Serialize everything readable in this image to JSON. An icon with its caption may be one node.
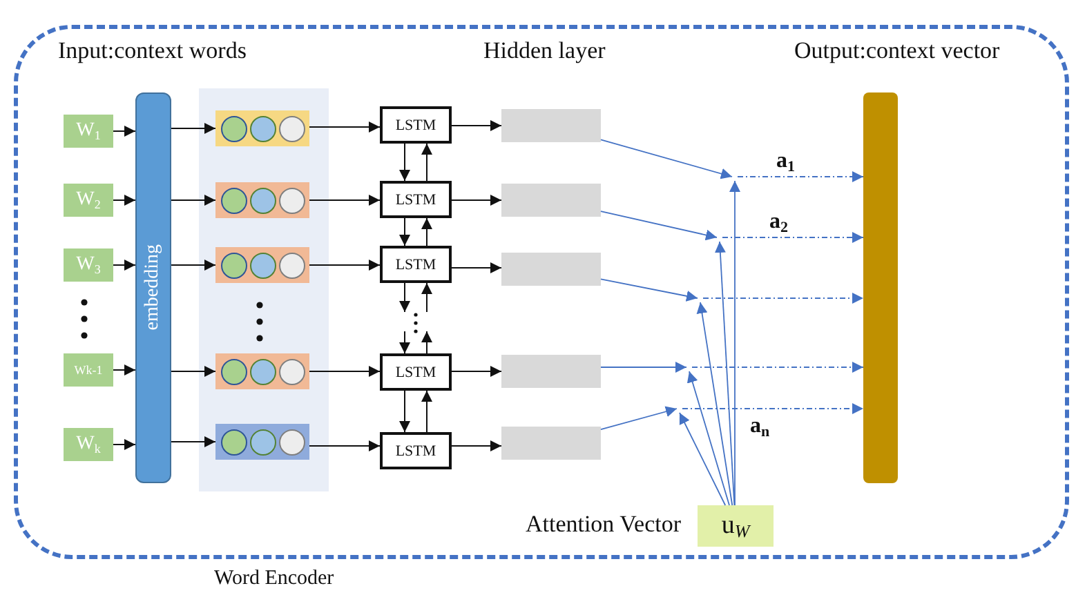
{
  "diagram": {
    "nodes": [
      {
        "text": [
          "Word Encoder"
        ]
      },
      {
        "text": [
          "W$_{1}$"
        ],
        "in": 0
      },
      {
        "text": [
          "W$_{2}$"
        ],
        "in": 0
      },
      {
        "text": [
          "W$_{3}$"
        ],
        "in": 0
      },
      {
        "text": [
          "Wk-1"
        ],
        "in": 0
      },
      {
        "text": [
          "W$_{k}$"
        ],
        "in": 0
      },
      {
        "text": [
          "embedding"
        ],
        "in": 0
      },
      {
        "text": [],
        "shape": "box",
        "in": 0
      },
      {
        "text": [],
        "shape": "box",
        "in": 0
      },
      {
        "text": [],
        "shape": "box",
        "in": 0
      },
      {
        "text": [],
        "shape": "box",
        "in": 0
      },
      {
        "text": [],
        "shape": "box",
        "in": 0
      },
      {
        "text": [
          "LSTM"
        ],
        "in": 0
      },
      {
        "text": [
          "LSTM"
        ],
        "in": 0
      },
      {
        "text": [
          "LSTM"
        ],
        "in": 0
      },
      {
        "text": [
          "LSTM"
        ],
        "in": 0
      },
      {
        "text": [
          "LSTM"
        ],
        "in": 0
      },
      {
        "text": [],
        "shape": "box",
        "in": 0
      },
      {
        "text": [],
        "shape": "box",
        "in": 0
      },
      {
        "text": [],
        "shape": "box",
        "in": 0
      },
      {
        "text": [],
        "shape": "box",
        "in": 0
      },
      {
        "text": [],
        "shape": "box",
        "in": 0
      },
      {
        "text": [],
        "shape": "bar",
        "in": 0
      },
      {
        "text": [
          "u$_{W}$"
        ],
        "beside": [
          "Attention Vector"
        ],
        "in": 0
      }
    ],
    "edges": [
      {
        "from": 1,
        "to": 6,
        "arrow": "to"
      },
      {
        "from": 2,
        "to": 6,
        "arrow": "to"
      },
      {
        "from": 3,
        "to": 6,
        "arrow": "to"
      },
      {
        "from": 4,
        "to": 6,
        "arrow": "to"
      },
      {
        "from": 5,
        "to": 6,
        "arrow": "to"
      },
      {
        "from": 6,
        "to": 7,
        "arrow": "to"
      },
      {
        "from": 6,
        "to": 8,
        "arrow": "to"
      },
      {
        "from": 6,
        "to": 9,
        "arrow": "to"
      },
      {
        "from": 6,
        "to": 10,
        "arrow": "to"
      },
      {
        "from": 6,
        "to": 11,
        "arrow": "to"
      },
      {
        "from": 7,
        "to": 12,
        "arrow": "to"
      },
      {
        "from": 8,
        "to": 13,
        "arrow": "to"
      },
      {
        "from": 9,
        "to": 14,
        "arrow": "to"
      },
      {
        "from": 10,
        "to": 15,
        "arrow": "to"
      },
      {
        "from": 11,
        "to": 16,
        "arrow": "to"
      },
      {
        "from": 12,
        "to": 13,
        "arrow": "to"
      },
      {
        "from": 13,
        "to": 12,
        "arrow": "to"
      },
      {
        "from": 13,
        "to": 14,
        "arrow": "to"
      },
      {
        "from": 14,
        "to": 13,
        "arrow": "to"
      },
      {
        "from": 14,
        "to": null,
        "arrow": "to"
      },
      {
        "from": null,
        "to": 15,
        "arrow": "to"
      },
      {
        "from": 15,
        "to": null,
        "arrow": "to"
      },
      {
        "from": null,
        "to": 14,
        "arrow": "to"
      },
      {
        "from": 15,
        "to": 16,
        "arrow": "to"
      },
      {
        "from": 16,
        "to": 15,
        "arrow": "to"
      },
      {
        "from": 12,
        "to": 17,
        "arrow": "to"
      },
      {
        "from": 13,
        "to": 18,
        "arrow": "to"
      },
      {
        "from": 14,
        "to": 19,
        "arrow": "to"
      },
      {
        "from": 15,
        "to": 20,
        "arrow": "to"
      },
      {
        "from": 16,
        "to": 21,
        "arrow": "to"
      },
      {
        "from": 17,
        "to": null,
        "arrow": "to",
        "color": "#4472c4"
      },
      {
        "from": 18,
        "to": null,
        "arrow": "to",
        "color": "#4472c4"
      },
      {
        "from": 19,
        "to": null,
        "arrow": "to",
        "color": "#4472c4"
      },
      {
        "from": 20,
        "to": null,
        "arrow": "to",
        "color": "#4472c4"
      },
      {
        "from": 21,
        "to": null,
        "arrow": "to",
        "color": "#4472c4"
      },
      {
        "from": 23,
        "to": null,
        "arrow": "to",
        "color": "#4472c4"
      },
      {
        "from": 23,
        "to": null,
        "arrow": "to",
        "color": "#4472c4"
      },
      {
        "from": 23,
        "to": null,
        "arrow": "to",
        "color": "#4472c4"
      },
      {
        "from": 23,
        "to": null,
        "arrow": "to",
        "color": "#4472c4"
      },
      {
        "from": 23,
        "to": null,
        "arrow": "to",
        "color": "#4472c4"
      },
      {
        "from": null,
        "to": 22,
        "arrow": "to",
        "style": "dashed",
        "color": "#4472c4",
        "label": "a$_{1}$"
      },
      {
        "from": null,
        "to": 22,
        "arrow": "to",
        "style": "dashed",
        "color": "#4472c4",
        "label": "a$_{2}$"
      },
      {
        "from": null,
        "to": 22,
        "arrow": "to",
        "style": "dashed",
        "color": "#4472c4"
      },
      {
        "from": null,
        "to": 22,
        "arrow": "to",
        "style": "dashed",
        "color": "#4472c4"
      },
      {
        "from": null,
        "to": 22,
        "arrow": "to",
        "style": "dashed",
        "color": "#4472c4",
        "label": "a$_{n}$"
      }
    ],
    "labels": [
      "Input:context words",
      "Hidden layer",
      "Output:context vector"
    ]
  }
}
